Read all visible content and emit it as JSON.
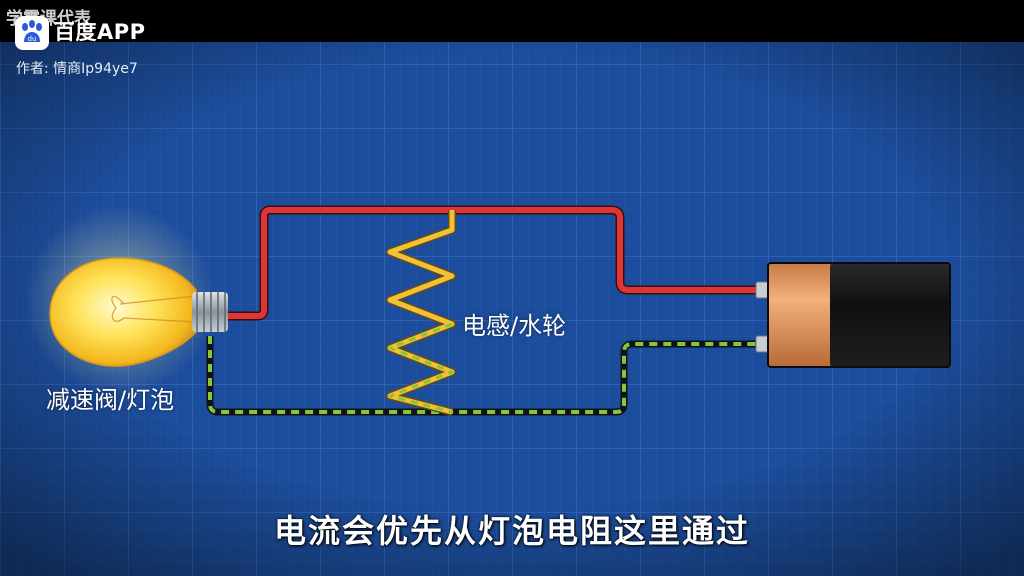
{
  "watermark": {
    "channel": "学霸课代表",
    "logo_text": "百度APP",
    "author": "作者: 情商Ip94ye7"
  },
  "labels": {
    "bulb": "减速阀/灯泡",
    "inductor": "电感/水轮"
  },
  "subtitle": "电流会优先从灯泡电阻这里通过",
  "colors": {
    "blueprint_bg": "#1c4d9c",
    "grid": "#3a6ec0",
    "hot_wire": "#e03535",
    "return_wire_dash": "#86c63a",
    "coil": "#e6b72b",
    "battery_copper": "#e2935a",
    "battery_black": "#141414"
  },
  "icons": [
    "baidu-paw-icon",
    "light-bulb-icon",
    "inductor-coil-icon",
    "battery-icon"
  ]
}
